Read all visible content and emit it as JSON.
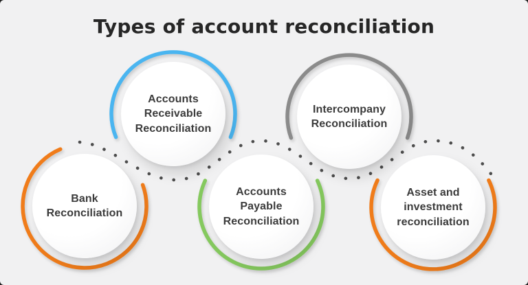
{
  "title": "Types of account reconciliation",
  "canvas": {
    "background": "#f1f1f2",
    "title_color": "#262626",
    "label_color": "#3b3b3b"
  },
  "connector": {
    "style": "dotted-wave",
    "dot_color": "#4d4d4d"
  },
  "nodes": [
    {
      "id": "bank-reconciliation",
      "label": "Bank Reconciliation",
      "arc_color": "#F07C1A"
    },
    {
      "id": "accounts-receivable-reconciliation",
      "label": "Accounts Receivable Reconciliation",
      "arc_color": "#4AB5F0"
    },
    {
      "id": "accounts-payable-reconciliation",
      "label": "Accounts Payable Reconciliation",
      "arc_color": "#85C95E"
    },
    {
      "id": "intercompany-reconciliation",
      "label": "Intercompany Reconciliation",
      "arc_color": "#8B8B8B"
    },
    {
      "id": "asset-investment-reconciliation",
      "label": "Asset and investment reconciliation",
      "arc_color": "#F07C1A"
    }
  ]
}
